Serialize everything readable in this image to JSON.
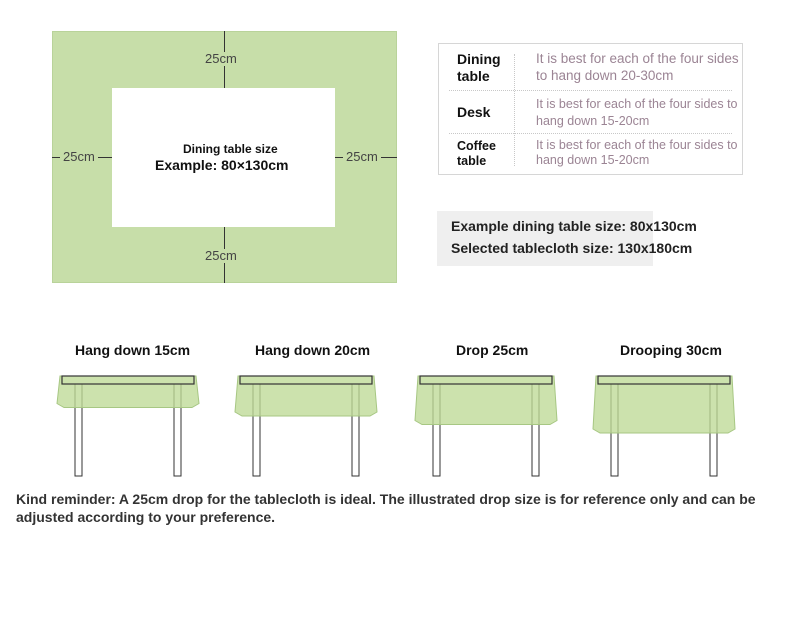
{
  "diagram": {
    "top_label": "25cm",
    "bottom_label": "25cm",
    "left_label": "25cm",
    "right_label": "25cm",
    "table_title": "Dining table size",
    "table_example": "Example: 80×130cm",
    "colors": {
      "cloth": "#c7dea9",
      "table": "#ffffff"
    }
  },
  "info_table": {
    "rows": [
      {
        "name_line1": "Dining",
        "name_line2": "table",
        "desc": "It is best for each of the four sides to hang down 20-30cm"
      },
      {
        "name_line1": "Desk",
        "name_line2": "",
        "desc": "It is best for each of the four sides to hang down 15-20cm"
      },
      {
        "name_line1": "Coffee",
        "name_line2": "table",
        "desc": "It is best for each of the four sides to hang down 15-20cm"
      }
    ],
    "desc_color": "#9b8494"
  },
  "examples": {
    "line1": "Example dining table size: 80x130cm",
    "line2": "Selected tablecloth size: 130x180cm"
  },
  "drops": [
    {
      "label": "Hang down 15cm",
      "drop_cm": 15
    },
    {
      "label": "Hang down 20cm",
      "drop_cm": 20
    },
    {
      "label": "Drop 25cm",
      "drop_cm": 25
    },
    {
      "label": "Drooping 30cm",
      "drop_cm": 30
    }
  ],
  "reminder": "Kind reminder: A 25cm drop for the tablecloth is ideal. The illustrated drop size is for reference only and can be adjusted according to your preference."
}
